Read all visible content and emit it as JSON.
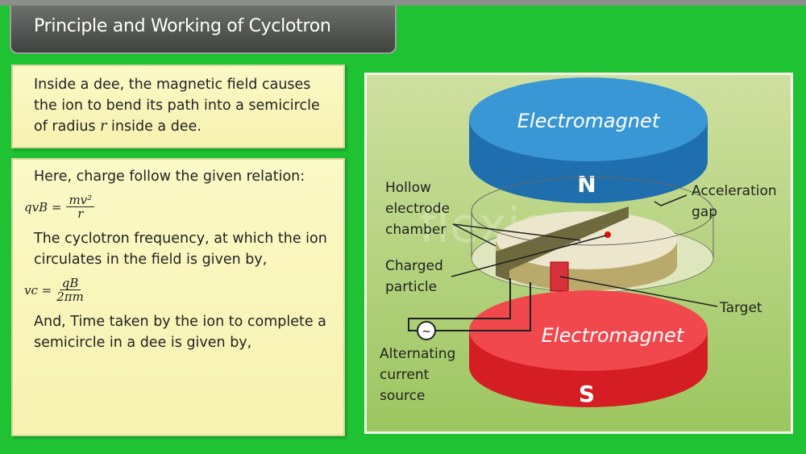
{
  "title": "Principle and Working of Cyclotron",
  "box1": {
    "text_before": "Inside a dee, the magnetic field causes the ion to bend its path into a semicircle of radius ",
    "var": "r",
    "text_after": " inside a dee."
  },
  "box2": {
    "line1": "Here, charge follow the given relation:",
    "eq1": {
      "lhs": "qvB =",
      "num": "mv²",
      "den": "r"
    },
    "line2": "The cyclotron frequency, at which the ion circulates in the field is given by,",
    "eq2": {
      "lhs": "vc =",
      "num": "qB",
      "den": "2πm"
    },
    "line3": "And, Time taken by the ion to complete a semicircle in a dee is given by,"
  },
  "diagram": {
    "top_magnet": "Electromagnet",
    "top_pole": "N",
    "bottom_magnet": "Electromagnet",
    "bottom_pole": "S",
    "labels": {
      "hollow": [
        "Hollow",
        "electrode",
        "chamber"
      ],
      "charged": [
        "Charged",
        "particle"
      ],
      "accel": [
        "Acceleration",
        "gap"
      ],
      "target": "Target",
      "ac": [
        "Alternating",
        "current",
        "source"
      ]
    },
    "watermark": "flexiguru"
  },
  "colors": {
    "background": "#1ec232",
    "blue": "#2f86c6",
    "red": "#e8262c"
  }
}
